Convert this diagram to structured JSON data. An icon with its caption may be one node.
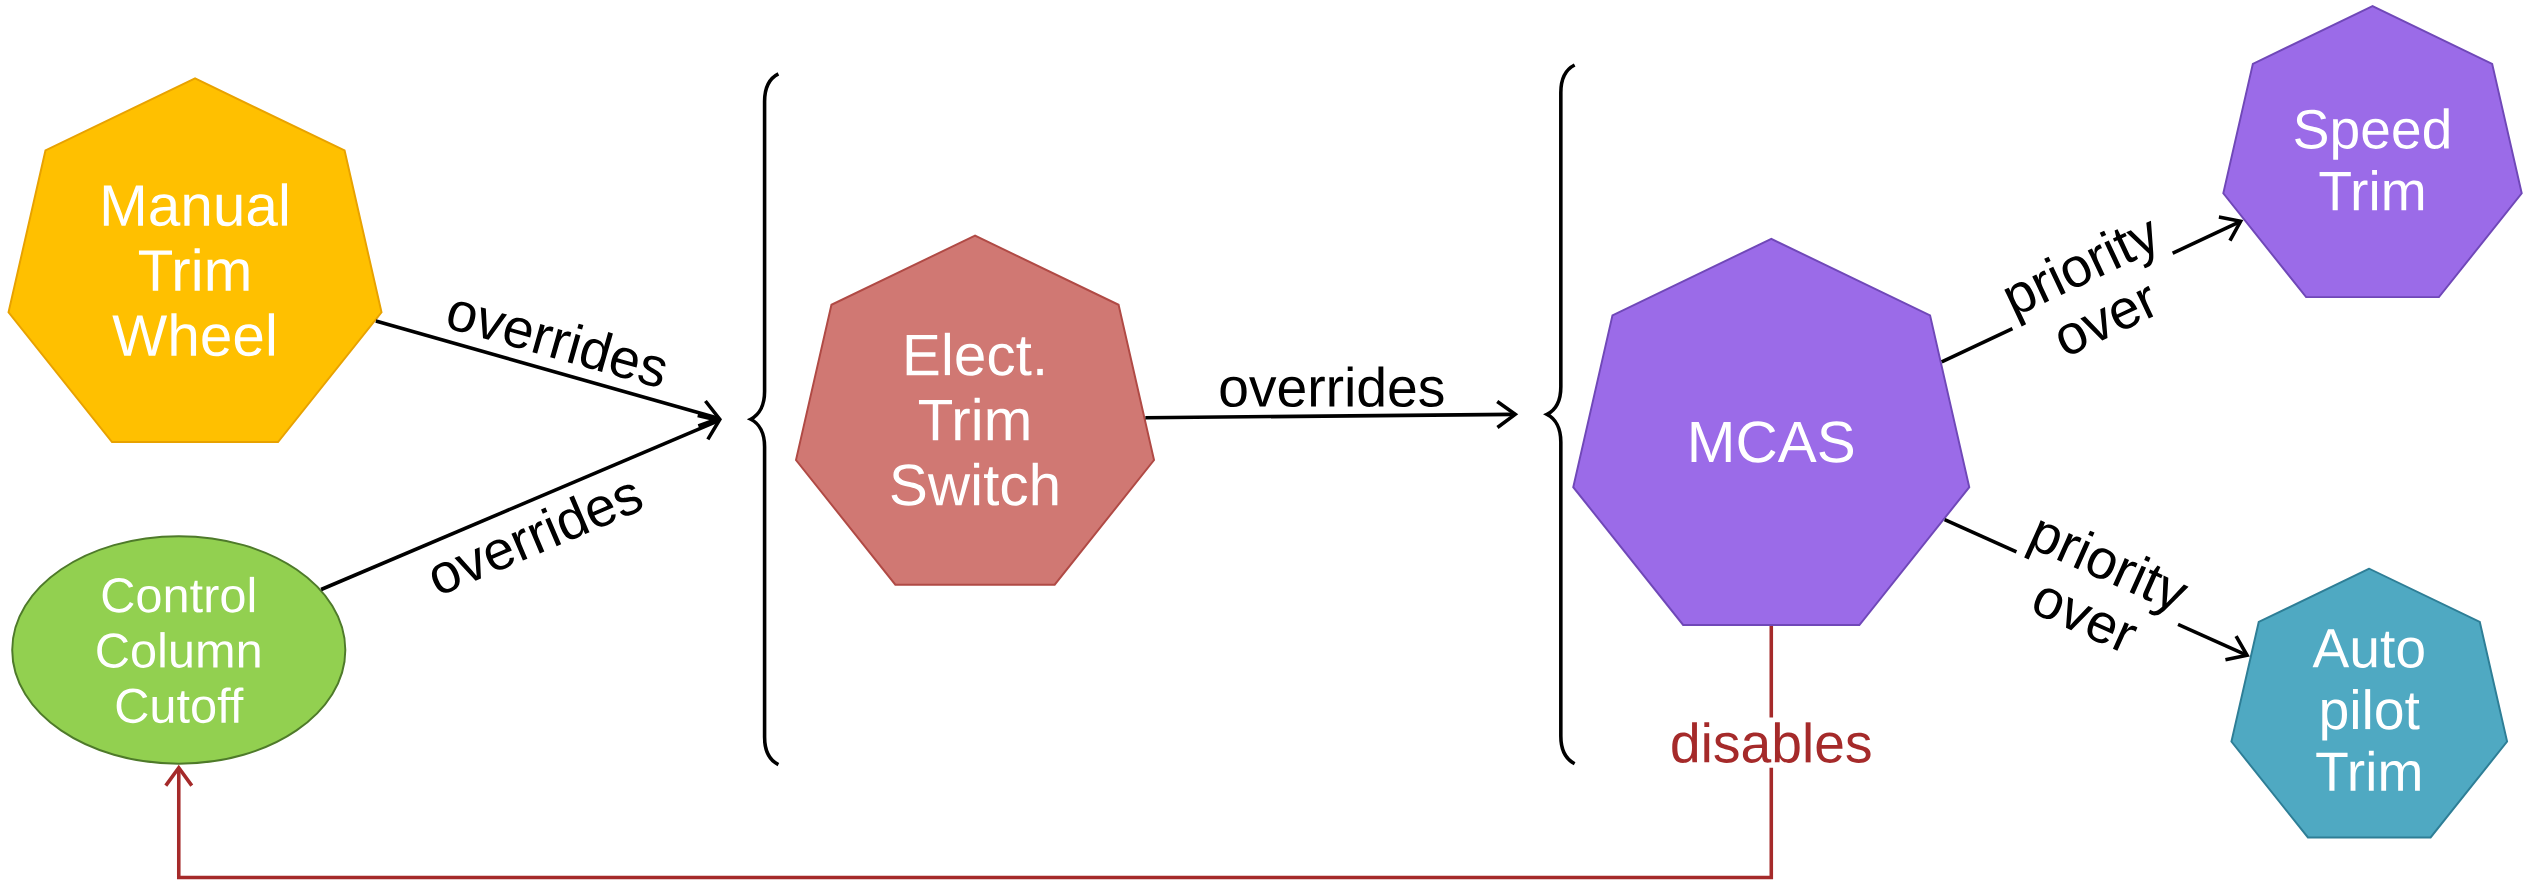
{
  "diagram": {
    "nodes": [
      {
        "text": [
          "Manual Trim Wheel"
        ]
      },
      {
        "text": [
          "Control Column Cutoff"
        ]
      },
      {
        "text": [],
        "shape": "brace"
      },
      {
        "text": [
          "Elect. Trim Switch"
        ]
      },
      {
        "text": [],
        "shape": "brace"
      },
      {
        "text": [
          "MCAS"
        ]
      },
      {
        "text": [
          "Speed Trim"
        ]
      },
      {
        "text": [
          "Auto pilot Trim"
        ]
      }
    ],
    "edges": [
      {
        "from": 0,
        "to": 2,
        "arrow": "to",
        "label": "overrides"
      },
      {
        "from": 1,
        "to": 2,
        "arrow": "to",
        "label": "overrides"
      },
      {
        "from": 3,
        "to": 4,
        "arrow": "to",
        "label": "overrides"
      },
      {
        "from": 5,
        "to": 6,
        "arrow": "to",
        "label": "priority over"
      },
      {
        "from": 5,
        "to": 7,
        "arrow": "to",
        "label": "priority over"
      },
      {
        "from": 5,
        "to": 1,
        "arrow": "to",
        "label": "disables",
        "color": "#a52a2a"
      }
    ]
  }
}
